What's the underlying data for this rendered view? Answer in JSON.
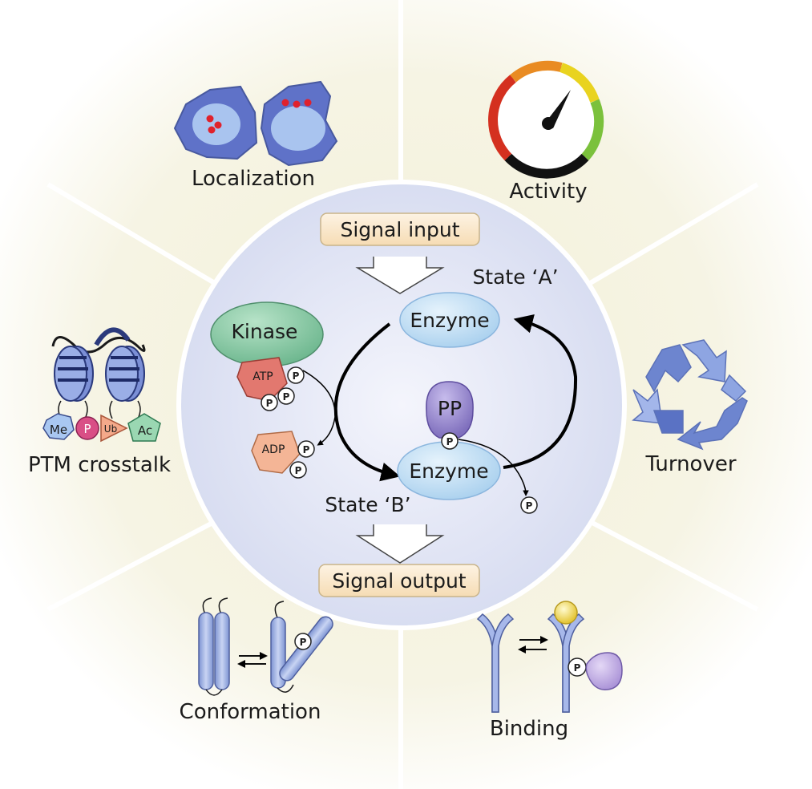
{
  "outer_labels": {
    "localization": "Localization",
    "activity": "Activity",
    "ptm_crosstalk": "PTM crosstalk",
    "turnover": "Turnover",
    "conformation": "Conformation",
    "binding": "Binding"
  },
  "center": {
    "signal_input": "Signal input",
    "signal_output": "Signal output",
    "state_a": "State ‘A’",
    "state_b": "State ‘B’",
    "enzyme_a": "Enzyme",
    "enzyme_b": "Enzyme",
    "kinase": "Kinase",
    "atp": "ATP",
    "adp": "ADP",
    "phosphatase": "PP",
    "phosphate": "P"
  },
  "ptm_marks": {
    "me": "Me",
    "p": "P",
    "ub": "Ub",
    "ac": "Ac"
  },
  "colors": {
    "circle_fill": "#dfe3f4",
    "enzyme_fill": "#c9e2f6",
    "kinase_fill": "#8fcfae",
    "atp_fill": "#e2786f",
    "adp_fill": "#f4b596",
    "pp_fill": "#9e8fd0",
    "signal_box": "#fbe6c7",
    "protein_blue": "#8fa8e0"
  }
}
